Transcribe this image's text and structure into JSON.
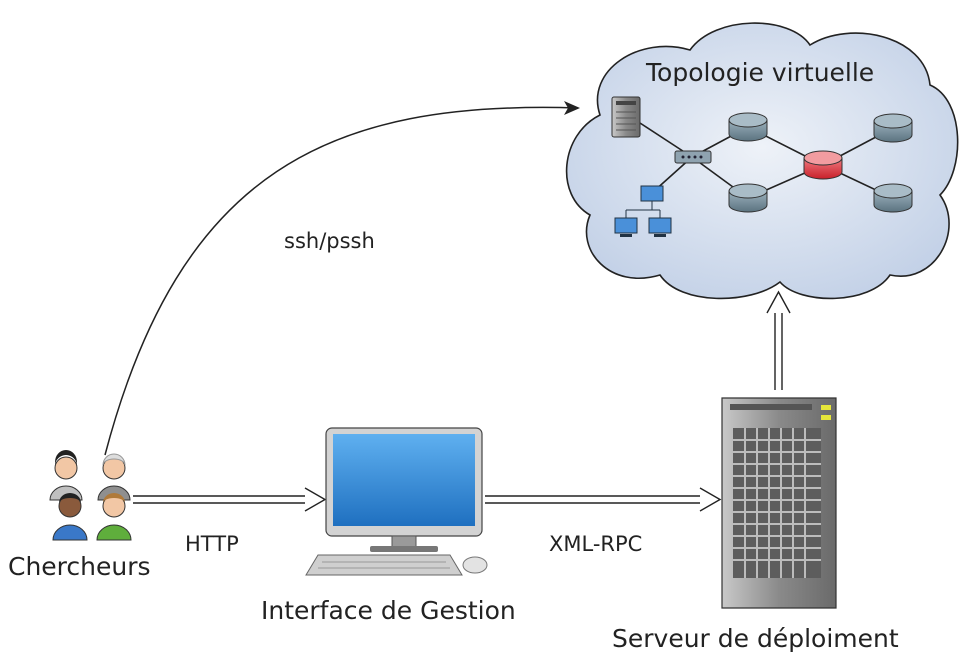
{
  "cloud": {
    "title": "Topologie virtuelle"
  },
  "labels": {
    "researchers": "Chercheurs",
    "management_interface": "Interface de Gestion",
    "deployment_server": "Serveur de déploiment",
    "protocol_ssh": "ssh/pssh",
    "protocol_http": "HTTP",
    "protocol_xmlrpc": "XML-RPC"
  },
  "colors": {
    "cloud_fill": "#c9d6ea",
    "router_blue": "#6e8796",
    "router_red": "#d9303a",
    "screen_blue": "#2f86d3"
  }
}
